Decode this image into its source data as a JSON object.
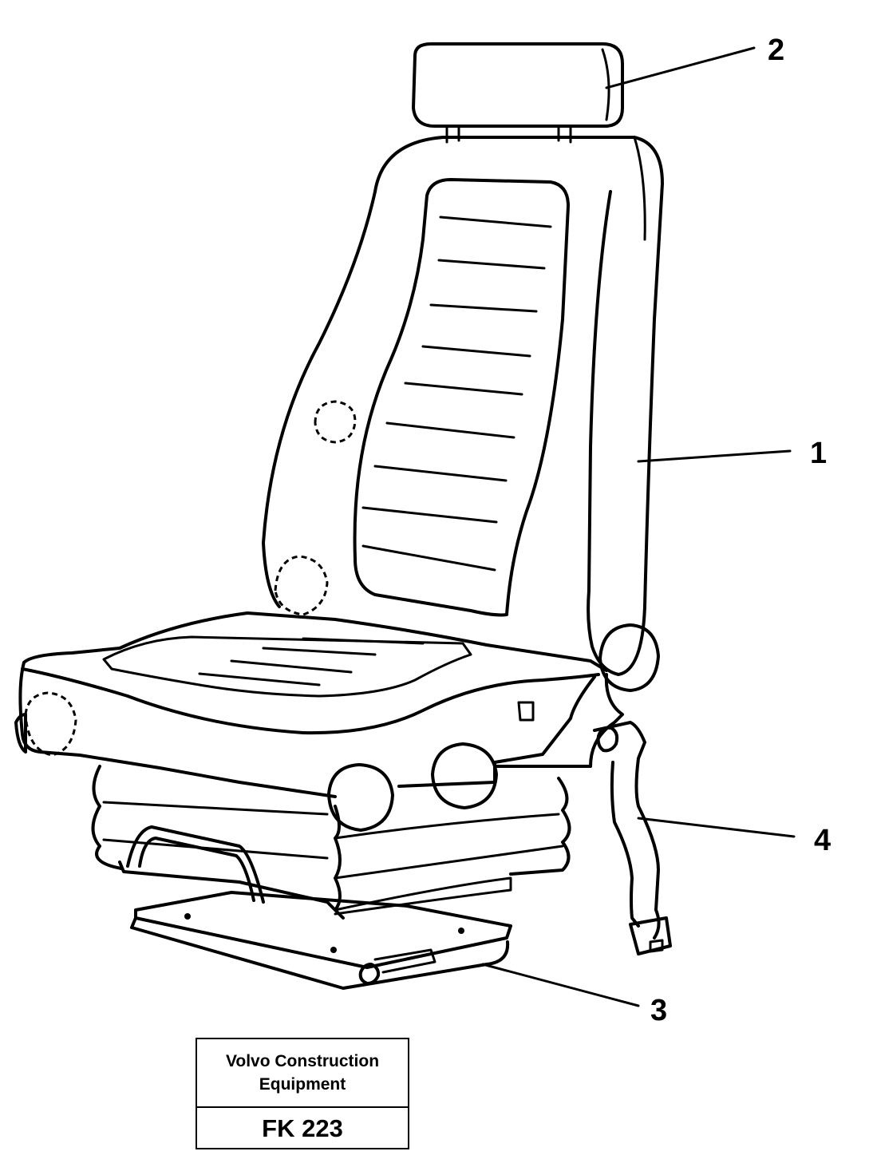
{
  "callouts": [
    {
      "number": "1",
      "part": "seat-backrest"
    },
    {
      "number": "2",
      "part": "headrest"
    },
    {
      "number": "3",
      "part": "slide-rails"
    },
    {
      "number": "4",
      "part": "seat-belt"
    }
  ],
  "title_block": {
    "company_line1": "Volvo Construction",
    "company_line2": "Equipment",
    "figure_code": "FK 223"
  }
}
